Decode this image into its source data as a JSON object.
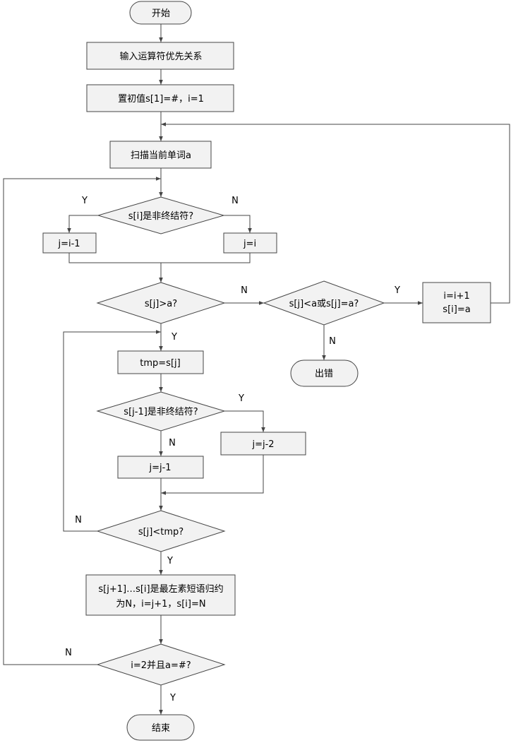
{
  "nodes": {
    "start": "开始",
    "input_priority": "输入运算符优先关系",
    "init": "置初值s[1]=#，i=1",
    "scan": "扫描当前单词a",
    "d_nonterminal_i": "s[i]是非终结符?",
    "j_i_minus_1": "j=i-1",
    "j_i": "j=i",
    "d_sj_gt_a": "s[j]>a?",
    "d_sj_lt_eq_a": "s[j]<a或s[j]=a?",
    "push_line1": "i=i+1",
    "push_line2": "s[i]=a",
    "error": "出错",
    "tmp": "tmp=s[j]",
    "d_nonterminal_j1": "s[j-1]是非终结符?",
    "j_j_minus_2": "j=j-2",
    "j_j_minus_1": "j=j-1",
    "d_sj_lt_tmp": "s[j]<tmp?",
    "reduce_line1": "s[j+1]…s[i]是最左素短语归约",
    "reduce_line2": "为N，i=j+1，s[i]=N",
    "d_end": "i=2并且a=#?",
    "end": "结束"
  },
  "labels": {
    "yes": "Y",
    "no": "N"
  },
  "colors": {
    "fill": "#f2f2f2",
    "stroke": "#454545",
    "text": "#000000"
  }
}
